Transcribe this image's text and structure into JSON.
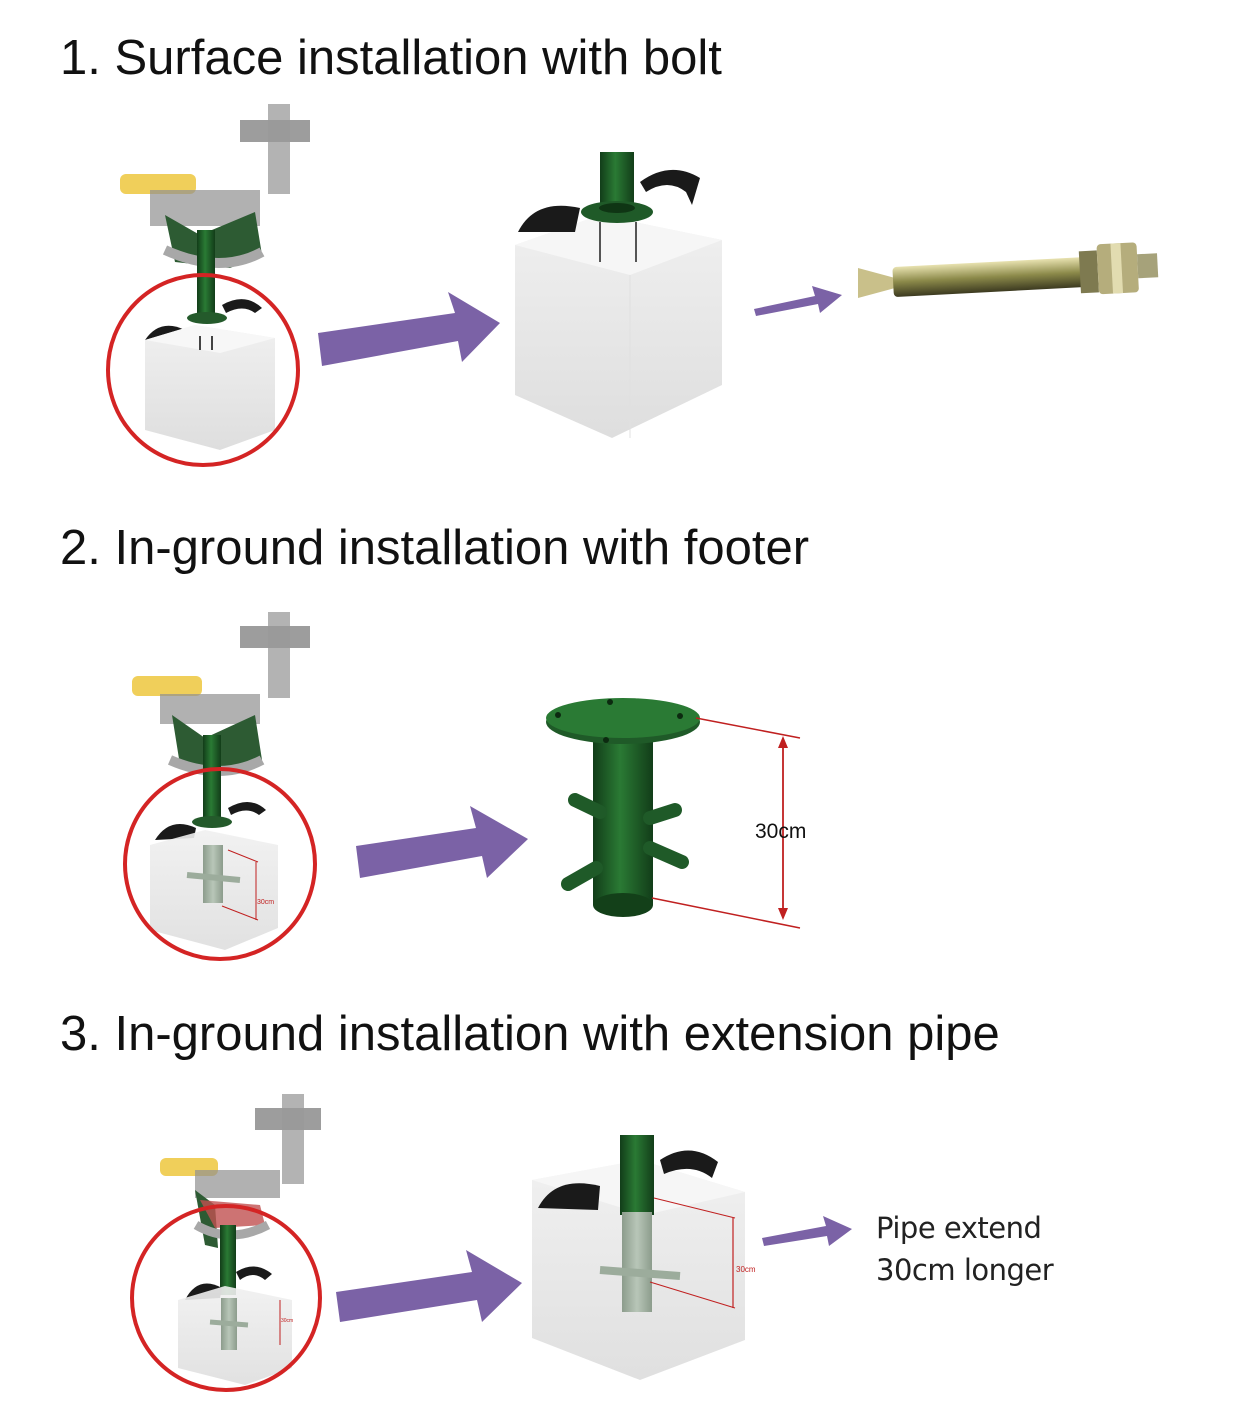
{
  "sections": [
    {
      "title": "1. Surface installation with bolt"
    },
    {
      "title": "2. In-ground installation with footer"
    },
    {
      "title": "3. In-ground installation with extension pipe"
    }
  ],
  "footer": {
    "dimension": "30cm",
    "small_label": "30cm"
  },
  "extension": {
    "small_label": "30cm",
    "note_line1": "Pipe extend",
    "note_line2": "30cm longer"
  },
  "colors": {
    "arrow": "#7b62a6",
    "circle": "#d42424",
    "pipe": "#1f5a28",
    "block": "#ececec",
    "dimension": "#c02020"
  },
  "icons": [
    "equipment-thumbnail",
    "concrete-block",
    "expansion-bolt",
    "footer-pipe",
    "process-arrow"
  ]
}
